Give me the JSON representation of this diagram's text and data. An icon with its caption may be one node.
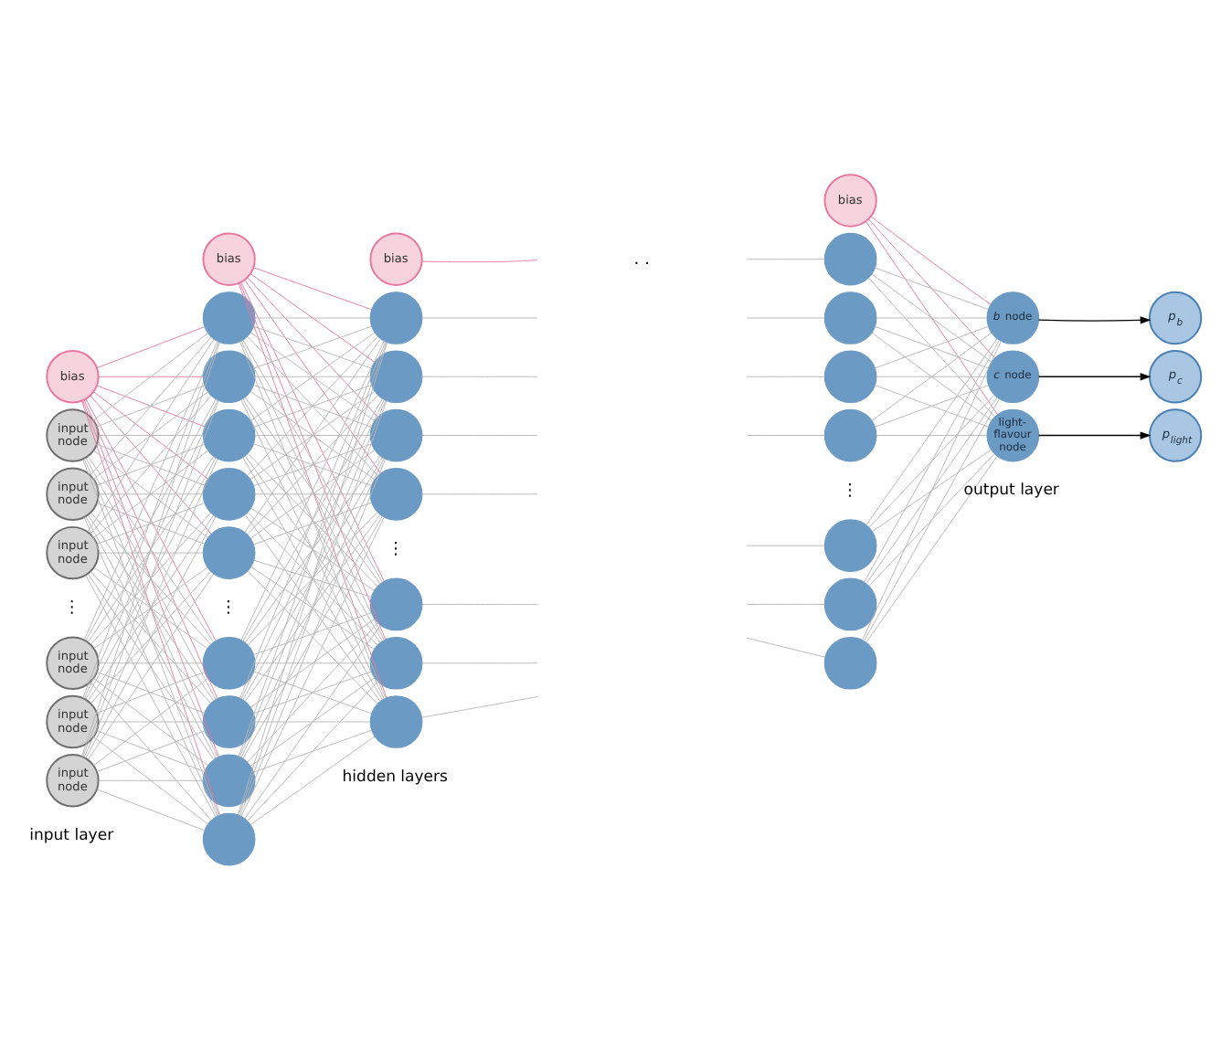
{
  "diagram": {
    "nodes": [
      {
        "text": [
          "bias"
        ]
      },
      {
        "text": [
          "input node"
        ]
      },
      {
        "text": [
          "input node"
        ]
      },
      {
        "text": [
          "input node"
        ]
      },
      {
        "text": [
          "input node"
        ]
      },
      {
        "text": [
          "input node"
        ]
      },
      {
        "text": [
          "input node"
        ]
      },
      {
        "text": [
          "bias"
        ]
      },
      {
        "text": [],
        "shape": "circle"
      },
      {
        "text": [],
        "shape": "circle"
      },
      {
        "text": [],
        "shape": "circle"
      },
      {
        "text": [],
        "shape": "circle"
      },
      {
        "text": [],
        "shape": "circle"
      },
      {
        "text": [],
        "shape": "circle"
      },
      {
        "text": [],
        "shape": "circle"
      },
      {
        "text": [],
        "shape": "circle"
      },
      {
        "text": [],
        "shape": "circle"
      },
      {
        "text": [
          "bias"
        ]
      },
      {
        "text": [],
        "shape": "circle"
      },
      {
        "text": [],
        "shape": "circle"
      },
      {
        "text": [],
        "shape": "circle"
      },
      {
        "text": [],
        "shape": "circle"
      },
      {
        "text": [],
        "shape": "circle"
      },
      {
        "text": [],
        "shape": "circle"
      },
      {
        "text": [],
        "shape": "circle"
      },
      {
        "text": [
          "bias"
        ]
      },
      {
        "text": [],
        "shape": "circle"
      },
      {
        "text": [],
        "shape": "circle"
      },
      {
        "text": [],
        "shape": "circle"
      },
      {
        "text": [],
        "shape": "circle"
      },
      {
        "text": [],
        "shape": "circle"
      },
      {
        "text": [],
        "shape": "circle"
      },
      {
        "text": [],
        "shape": "circle"
      },
      {
        "text": [
          "*b* node"
        ]
      },
      {
        "text": [
          "*c* node"
        ]
      },
      {
        "text": [
          "light-flavour node"
        ]
      },
      {
        "text": [
          "p$_{b}$"
        ]
      },
      {
        "text": [
          "p$_{c}$"
        ]
      },
      {
        "text": [
          "p$_{light}$"
        ]
      }
    ],
    "edges": [
      {
        "from": 0,
        "to": 8,
        "arrow": "none",
        "color": "#e8789f"
      },
      {
        "from": 0,
        "to": 9,
        "arrow": "none",
        "color": "#e8789f"
      },
      {
        "from": 0,
        "to": 10,
        "arrow": "none",
        "color": "#e8789f"
      },
      {
        "from": 0,
        "to": 11,
        "arrow": "none",
        "color": "#e8789f"
      },
      {
        "from": 0,
        "to": 12,
        "arrow": "none",
        "color": "#e8789f"
      },
      {
        "from": 0,
        "to": 13,
        "arrow": "none",
        "color": "#e8789f"
      },
      {
        "from": 0,
        "to": 14,
        "arrow": "none",
        "color": "#e8789f"
      },
      {
        "from": 0,
        "to": 15,
        "arrow": "none",
        "color": "#e8789f"
      },
      {
        "from": 0,
        "to": 16,
        "arrow": "none",
        "color": "#e8789f"
      },
      {
        "from": 1,
        "to": 8,
        "arrow": "none"
      },
      {
        "from": 1,
        "to": 9,
        "arrow": "none"
      },
      {
        "from": 1,
        "to": 10,
        "arrow": "none"
      },
      {
        "from": 1,
        "to": 11,
        "arrow": "none"
      },
      {
        "from": 1,
        "to": 12,
        "arrow": "none"
      },
      {
        "from": 1,
        "to": 13,
        "arrow": "none"
      },
      {
        "from": 1,
        "to": 14,
        "arrow": "none"
      },
      {
        "from": 1,
        "to": 15,
        "arrow": "none"
      },
      {
        "from": 1,
        "to": 16,
        "arrow": "none"
      },
      {
        "from": 2,
        "to": 8,
        "arrow": "none"
      },
      {
        "from": 2,
        "to": 9,
        "arrow": "none"
      },
      {
        "from": 2,
        "to": 10,
        "arrow": "none"
      },
      {
        "from": 2,
        "to": 11,
        "arrow": "none"
      },
      {
        "from": 2,
        "to": 12,
        "arrow": "none"
      },
      {
        "from": 2,
        "to": 13,
        "arrow": "none"
      },
      {
        "from": 2,
        "to": 14,
        "arrow": "none"
      },
      {
        "from": 2,
        "to": 15,
        "arrow": "none"
      },
      {
        "from": 2,
        "to": 16,
        "arrow": "none"
      },
      {
        "from": 3,
        "to": 8,
        "arrow": "none"
      },
      {
        "from": 3,
        "to": 9,
        "arrow": "none"
      },
      {
        "from": 3,
        "to": 10,
        "arrow": "none"
      },
      {
        "from": 3,
        "to": 11,
        "arrow": "none"
      },
      {
        "from": 3,
        "to": 12,
        "arrow": "none"
      },
      {
        "from": 3,
        "to": 13,
        "arrow": "none"
      },
      {
        "from": 3,
        "to": 14,
        "arrow": "none"
      },
      {
        "from": 3,
        "to": 15,
        "arrow": "none"
      },
      {
        "from": 3,
        "to": 16,
        "arrow": "none"
      },
      {
        "from": 4,
        "to": 8,
        "arrow": "none"
      },
      {
        "from": 4,
        "to": 9,
        "arrow": "none"
      },
      {
        "from": 4,
        "to": 10,
        "arrow": "none"
      },
      {
        "from": 4,
        "to": 11,
        "arrow": "none"
      },
      {
        "from": 4,
        "to": 12,
        "arrow": "none"
      },
      {
        "from": 4,
        "to": 13,
        "arrow": "none"
      },
      {
        "from": 4,
        "to": 14,
        "arrow": "none"
      },
      {
        "from": 4,
        "to": 15,
        "arrow": "none"
      },
      {
        "from": 4,
        "to": 16,
        "arrow": "none"
      },
      {
        "from": 5,
        "to": 8,
        "arrow": "none"
      },
      {
        "from": 5,
        "to": 9,
        "arrow": "none"
      },
      {
        "from": 5,
        "to": 10,
        "arrow": "none"
      },
      {
        "from": 5,
        "to": 11,
        "arrow": "none"
      },
      {
        "from": 5,
        "to": 12,
        "arrow": "none"
      },
      {
        "from": 5,
        "to": 13,
        "arrow": "none"
      },
      {
        "from": 5,
        "to": 14,
        "arrow": "none"
      },
      {
        "from": 5,
        "to": 15,
        "arrow": "none"
      },
      {
        "from": 5,
        "to": 16,
        "arrow": "none"
      },
      {
        "from": 6,
        "to": 8,
        "arrow": "none"
      },
      {
        "from": 6,
        "to": 9,
        "arrow": "none"
      },
      {
        "from": 6,
        "to": 10,
        "arrow": "none"
      },
      {
        "from": 6,
        "to": 11,
        "arrow": "none"
      },
      {
        "from": 6,
        "to": 12,
        "arrow": "none"
      },
      {
        "from": 6,
        "to": 13,
        "arrow": "none"
      },
      {
        "from": 6,
        "to": 14,
        "arrow": "none"
      },
      {
        "from": 6,
        "to": 15,
        "arrow": "none"
      },
      {
        "from": 6,
        "to": 16,
        "arrow": "none"
      },
      {
        "from": 7,
        "to": 18,
        "arrow": "none",
        "color": "#e8789f"
      },
      {
        "from": 7,
        "to": 19,
        "arrow": "none",
        "color": "#e8789f"
      },
      {
        "from": 7,
        "to": 20,
        "arrow": "none",
        "color": "#e8789f"
      },
      {
        "from": 7,
        "to": 21,
        "arrow": "none",
        "color": "#e8789f"
      },
      {
        "from": 7,
        "to": 22,
        "arrow": "none",
        "color": "#e8789f"
      },
      {
        "from": 7,
        "to": 23,
        "arrow": "none",
        "color": "#e8789f"
      },
      {
        "from": 7,
        "to": 24,
        "arrow": "none",
        "color": "#e8789f"
      },
      {
        "from": 8,
        "to": 18,
        "arrow": "none"
      },
      {
        "from": 8,
        "to": 19,
        "arrow": "none"
      },
      {
        "from": 8,
        "to": 20,
        "arrow": "none"
      },
      {
        "from": 8,
        "to": 21,
        "arrow": "none"
      },
      {
        "from": 8,
        "to": 22,
        "arrow": "none"
      },
      {
        "from": 8,
        "to": 23,
        "arrow": "none"
      },
      {
        "from": 8,
        "to": 24,
        "arrow": "none"
      },
      {
        "from": 9,
        "to": 18,
        "arrow": "none"
      },
      {
        "from": 9,
        "to": 19,
        "arrow": "none"
      },
      {
        "from": 9,
        "to": 20,
        "arrow": "none"
      },
      {
        "from": 9,
        "to": 21,
        "arrow": "none"
      },
      {
        "from": 9,
        "to": 22,
        "arrow": "none"
      },
      {
        "from": 9,
        "to": 23,
        "arrow": "none"
      },
      {
        "from": 9,
        "to": 24,
        "arrow": "none"
      },
      {
        "from": 10,
        "to": 18,
        "arrow": "none"
      },
      {
        "from": 10,
        "to": 19,
        "arrow": "none"
      },
      {
        "from": 10,
        "to": 20,
        "arrow": "none"
      },
      {
        "from": 10,
        "to": 21,
        "arrow": "none"
      },
      {
        "from": 10,
        "to": 22,
        "arrow": "none"
      },
      {
        "from": 10,
        "to": 23,
        "arrow": "none"
      },
      {
        "from": 10,
        "to": 24,
        "arrow": "none"
      },
      {
        "from": 11,
        "to": 18,
        "arrow": "none"
      },
      {
        "from": 11,
        "to": 19,
        "arrow": "none"
      },
      {
        "from": 11,
        "to": 20,
        "arrow": "none"
      },
      {
        "from": 11,
        "to": 21,
        "arrow": "none"
      },
      {
        "from": 11,
        "to": 22,
        "arrow": "none"
      },
      {
        "from": 11,
        "to": 23,
        "arrow": "none"
      },
      {
        "from": 11,
        "to": 24,
        "arrow": "none"
      },
      {
        "from": 12,
        "to": 18,
        "arrow": "none"
      },
      {
        "from": 12,
        "to": 19,
        "arrow": "none"
      },
      {
        "from": 12,
        "to": 20,
        "arrow": "none"
      },
      {
        "from": 12,
        "to": 21,
        "arrow": "none"
      },
      {
        "from": 12,
        "to": 22,
        "arrow": "none"
      },
      {
        "from": 12,
        "to": 23,
        "arrow": "none"
      },
      {
        "from": 12,
        "to": 24,
        "arrow": "none"
      },
      {
        "from": 13,
        "to": 18,
        "arrow": "none"
      },
      {
        "from": 13,
        "to": 19,
        "arrow": "none"
      },
      {
        "from": 13,
        "to": 20,
        "arrow": "none"
      },
      {
        "from": 13,
        "to": 21,
        "arrow": "none"
      },
      {
        "from": 13,
        "to": 22,
        "arrow": "none"
      },
      {
        "from": 13,
        "to": 23,
        "arrow": "none"
      },
      {
        "from": 13,
        "to": 24,
        "arrow": "none"
      },
      {
        "from": 14,
        "to": 18,
        "arrow": "none"
      },
      {
        "from": 14,
        "to": 19,
        "arrow": "none"
      },
      {
        "from": 14,
        "to": 20,
        "arrow": "none"
      },
      {
        "from": 14,
        "to": 21,
        "arrow": "none"
      },
      {
        "from": 14,
        "to": 22,
        "arrow": "none"
      },
      {
        "from": 14,
        "to": 23,
        "arrow": "none"
      },
      {
        "from": 14,
        "to": 24,
        "arrow": "none"
      },
      {
        "from": 15,
        "to": 18,
        "arrow": "none"
      },
      {
        "from": 15,
        "to": 19,
        "arrow": "none"
      },
      {
        "from": 15,
        "to": 20,
        "arrow": "none"
      },
      {
        "from": 15,
        "to": 21,
        "arrow": "none"
      },
      {
        "from": 15,
        "to": 22,
        "arrow": "none"
      },
      {
        "from": 15,
        "to": 23,
        "arrow": "none"
      },
      {
        "from": 15,
        "to": 24,
        "arrow": "none"
      },
      {
        "from": 16,
        "to": 18,
        "arrow": "none"
      },
      {
        "from": 16,
        "to": 19,
        "arrow": "none"
      },
      {
        "from": 16,
        "to": 20,
        "arrow": "none"
      },
      {
        "from": 16,
        "to": 21,
        "arrow": "none"
      },
      {
        "from": 16,
        "to": 22,
        "arrow": "none"
      },
      {
        "from": 16,
        "to": 23,
        "arrow": "none"
      },
      {
        "from": 16,
        "to": 24,
        "arrow": "none"
      },
      {
        "from": 17,
        "to": null,
        "arrow": "none",
        "color": "#e8789f"
      },
      {
        "from": 18,
        "to": null,
        "arrow": "none"
      },
      {
        "from": 19,
        "to": null,
        "arrow": "none"
      },
      {
        "from": 20,
        "to": null,
        "arrow": "none"
      },
      {
        "from": 21,
        "to": null,
        "arrow": "none"
      },
      {
        "from": 22,
        "to": null,
        "arrow": "none"
      },
      {
        "from": 23,
        "to": null,
        "arrow": "none"
      },
      {
        "from": 24,
        "to": null,
        "arrow": "none"
      },
      {
        "from": null,
        "to": 26,
        "arrow": "none"
      },
      {
        "from": null,
        "to": 27,
        "arrow": "none"
      },
      {
        "from": null,
        "to": 28,
        "arrow": "none"
      },
      {
        "from": null,
        "to": 29,
        "arrow": "none"
      },
      {
        "from": null,
        "to": 30,
        "arrow": "none"
      },
      {
        "from": null,
        "to": 31,
        "arrow": "none"
      },
      {
        "from": null,
        "to": 32,
        "arrow": "none"
      },
      {
        "from": 25,
        "to": 33,
        "arrow": "none",
        "color": "#e8789f"
      },
      {
        "from": 25,
        "to": 34,
        "arrow": "none",
        "color": "#e8789f"
      },
      {
        "from": 25,
        "to": 35,
        "arrow": "none",
        "color": "#e8789f"
      },
      {
        "from": 26,
        "to": 33,
        "arrow": "none"
      },
      {
        "from": 26,
        "to": 34,
        "arrow": "none"
      },
      {
        "from": 26,
        "to": 35,
        "arrow": "none"
      },
      {
        "from": 27,
        "to": 33,
        "arrow": "none"
      },
      {
        "from": 27,
        "to": 34,
        "arrow": "none"
      },
      {
        "from": 27,
        "to": 35,
        "arrow": "none"
      },
      {
        "from": 28,
        "to": 33,
        "arrow": "none"
      },
      {
        "from": 28,
        "to": 34,
        "arrow": "none"
      },
      {
        "from": 28,
        "to": 35,
        "arrow": "none"
      },
      {
        "from": 29,
        "to": 33,
        "arrow": "none"
      },
      {
        "from": 29,
        "to": 34,
        "arrow": "none"
      },
      {
        "from": 29,
        "to": 35,
        "arrow": "none"
      },
      {
        "from": 30,
        "to": 33,
        "arrow": "none"
      },
      {
        "from": 30,
        "to": 34,
        "arrow": "none"
      },
      {
        "from": 30,
        "to": 35,
        "arrow": "none"
      },
      {
        "from": 31,
        "to": 33,
        "arrow": "none"
      },
      {
        "from": 31,
        "to": 34,
        "arrow": "none"
      },
      {
        "from": 31,
        "to": 35,
        "arrow": "none"
      },
      {
        "from": 32,
        "to": 33,
        "arrow": "none"
      },
      {
        "from": 32,
        "to": 34,
        "arrow": "none"
      },
      {
        "from": 32,
        "to": 35,
        "arrow": "none"
      },
      {
        "from": 33,
        "to": 36,
        "arrow": "to",
        "color": "#000000"
      },
      {
        "from": 34,
        "to": 37,
        "arrow": "to",
        "color": "#000000"
      },
      {
        "from": 35,
        "to": 38,
        "arrow": "to",
        "color": "#000000"
      }
    ],
    "labels": [
      "⋮",
      "⋮",
      "⋮",
      ". .",
      "⋮",
      "input layer",
      "hidden layers",
      "output layer"
    ]
  }
}
